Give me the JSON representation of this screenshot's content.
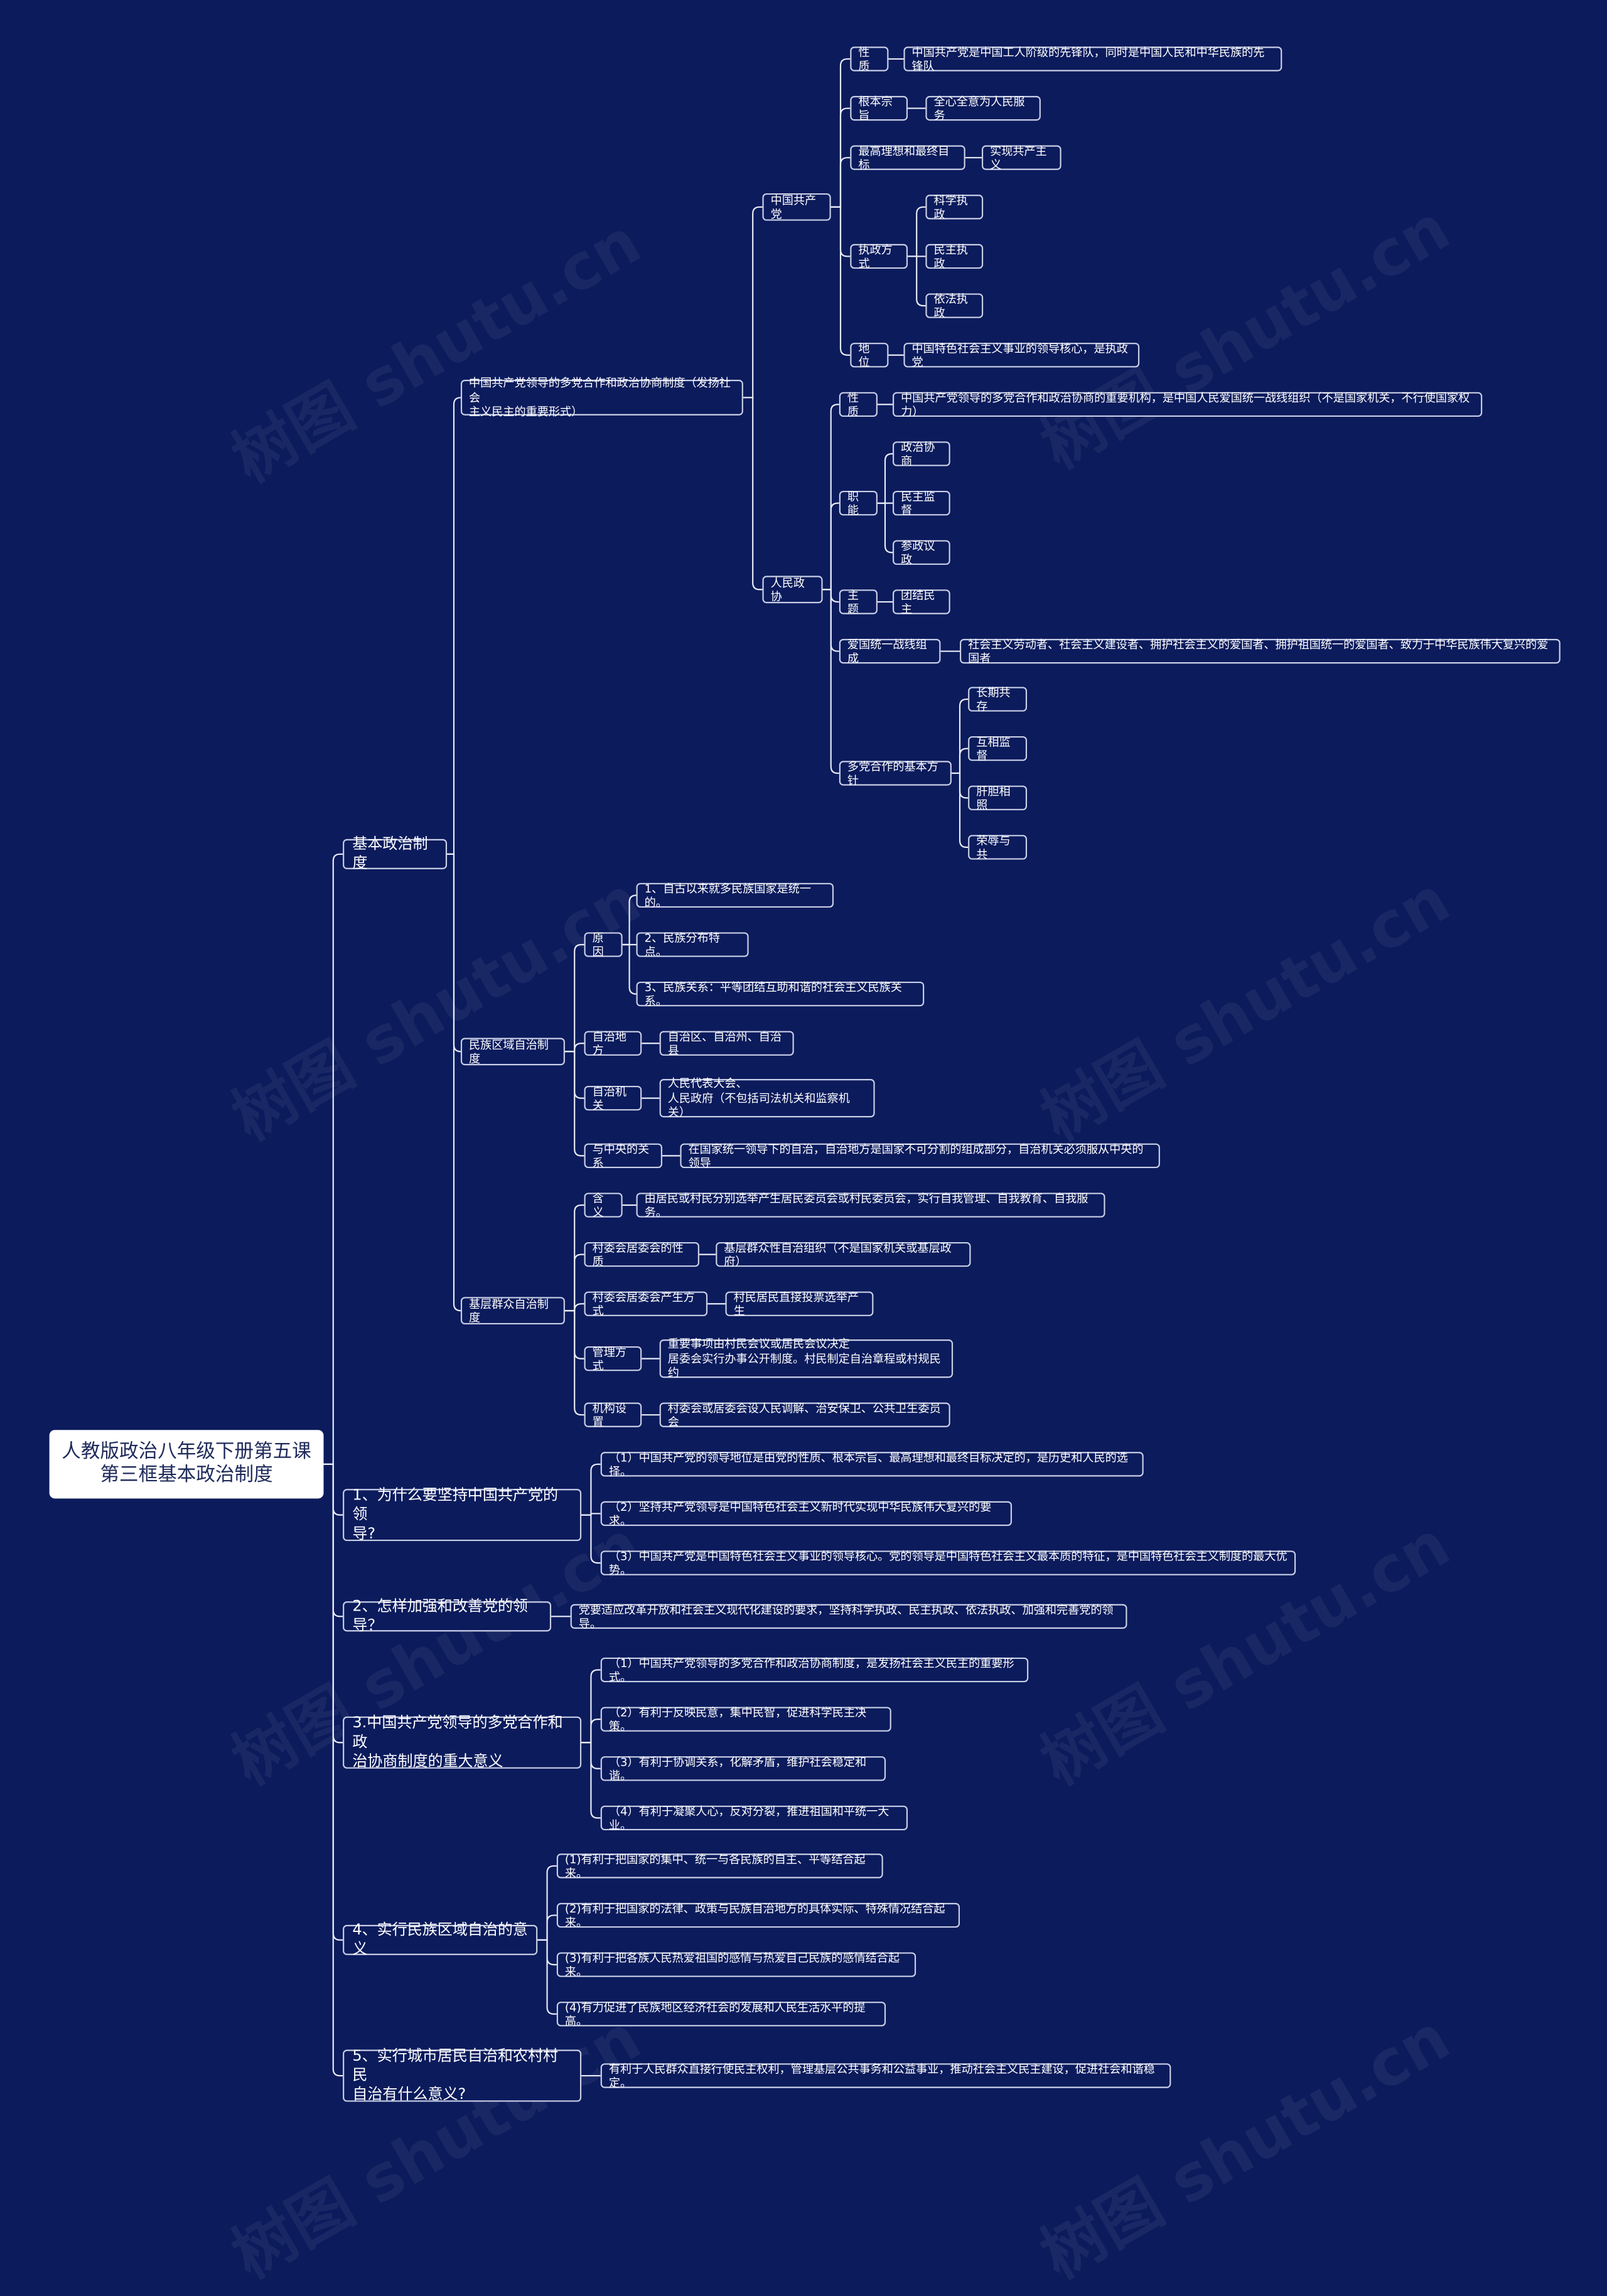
{
  "watermark": "树图 shutu.cn",
  "root": {
    "label": "人教版政治八年级下册第五课\n第三框基本政治制度"
  },
  "branches": [
    {
      "label": "基本政治制度",
      "children": [
        {
          "label": "中国共产党领导的多党合作和政治协商制度（发扬社会\n主义民主的重要形式）",
          "children": [
            {
              "label": "中国共产党",
              "children": [
                {
                  "label": "性质",
                  "children": [
                    {
                      "label": "中国共产党是中国工人阶级的先锋队，同时是中国人民和中华民族的先锋队"
                    }
                  ]
                },
                {
                  "label": "根本宗旨",
                  "children": [
                    {
                      "label": "全心全意为人民服务"
                    }
                  ]
                },
                {
                  "label": "最高理想和最终目标",
                  "children": [
                    {
                      "label": "实现共产主义"
                    }
                  ]
                },
                {
                  "label": "执政方式",
                  "children": [
                    {
                      "label": "科学执政"
                    },
                    {
                      "label": "民主执政"
                    },
                    {
                      "label": "依法执政"
                    }
                  ]
                },
                {
                  "label": "地位",
                  "children": [
                    {
                      "label": "中国特色社会主义事业的领导核心，是执政党"
                    }
                  ]
                }
              ]
            },
            {
              "label": "人民政协",
              "children": [
                {
                  "label": "性质",
                  "children": [
                    {
                      "label": "中国共产党领导的多党合作和政治协商的重要机构，是中国人民爱国统一战线组织（不是国家机关，不行使国家权力）"
                    }
                  ]
                },
                {
                  "label": "职能",
                  "children": [
                    {
                      "label": "政治协商"
                    },
                    {
                      "label": "民主监督"
                    },
                    {
                      "label": "参政议政"
                    }
                  ]
                },
                {
                  "label": "主题",
                  "children": [
                    {
                      "label": "团结民主"
                    }
                  ]
                },
                {
                  "label": "爱国统一战线组成",
                  "children": [
                    {
                      "label": "社会主义劳动者、社会主义建设者、拥护社会主义的爱国者、拥护祖国统一的爱国者、致力于中华民族伟大复兴的爱国者"
                    }
                  ]
                },
                {
                  "label": "多党合作的基本方针",
                  "children": [
                    {
                      "label": "长期共存"
                    },
                    {
                      "label": "互相监督"
                    },
                    {
                      "label": "肝胆相照"
                    },
                    {
                      "label": "荣辱与共"
                    }
                  ]
                }
              ]
            }
          ]
        },
        {
          "label": "民族区域自治制度",
          "children": [
            {
              "label": "原因",
              "children": [
                {
                  "label": "1、自古以来就多民族国家是统一的。"
                },
                {
                  "label": "2、民族分布特点。"
                },
                {
                  "label": "3、民族关系：平等团结互助和谐的社会主义民族关系。"
                }
              ]
            },
            {
              "label": "自治地方",
              "children": [
                {
                  "label": "自治区、自治州、自治县"
                }
              ]
            },
            {
              "label": "自治机关",
              "children": [
                {
                  "label": "人民代表大会、\n人民政府（不包括司法机关和监察机关）"
                }
              ]
            },
            {
              "label": "与中央的关系",
              "children": [
                {
                  "label": "在国家统一领导下的自治，自治地方是国家不可分割的组成部分，自治机关必须服从中央的领导"
                }
              ]
            }
          ]
        },
        {
          "label": "基层群众自治制度",
          "children": [
            {
              "label": "含义",
              "children": [
                {
                  "label": "由居民或村民分别选举产生居民委员会或村民委员会，实行自我管理、自我教育、自我服务。"
                }
              ]
            },
            {
              "label": "村委会居委会的性质",
              "children": [
                {
                  "label": "基层群众性自治组织（不是国家机关或基层政府）"
                }
              ]
            },
            {
              "label": "村委会居委会产生方式",
              "children": [
                {
                  "label": "村民居民直接投票选举产生"
                }
              ]
            },
            {
              "label": "管理方式",
              "children": [
                {
                  "label": "重要事项由村民会议或居民会议决定\n居委会实行办事公开制度。村民制定自治章程或村规民约"
                }
              ]
            },
            {
              "label": "机构设置",
              "children": [
                {
                  "label": "村委会或居委会设人民调解、治安保卫、公共卫生委员会"
                }
              ]
            }
          ]
        }
      ]
    },
    {
      "label": "1、为什么要坚持中国共产党的领\n导?",
      "children": [
        {
          "label": "（1）中国共产党的领导地位是由党的性质、根本宗旨、最高理想和最终目标决定的，是历史和人民的选择。"
        },
        {
          "label": "（2）坚持共产党领导是中国特色社会主义新时代实现中华民族伟大复兴的要求。"
        },
        {
          "label": "（3）中国共产党是中国特色社会主义事业的领导核心。党的领导是中国特色社会主义最本质的特征，是中国特色社会主义制度的最大优势。"
        }
      ]
    },
    {
      "label": "2、怎样加强和改善党的领导？",
      "children": [
        {
          "label": "党要适应改革开放和社会主义现代化建设的要求，坚持科学执政、民主执政、依法执政、加强和完善党的领导。"
        }
      ]
    },
    {
      "label": "3.中国共产党领导的多党合作和政\n治协商制度的重大意义",
      "children": [
        {
          "label": "（1）中国共产党领导的多党合作和政治协商制度，是发扬社会主义民主的重要形式。"
        },
        {
          "label": "（2）有利于反映民意，集中民智，促进科学民主决策。"
        },
        {
          "label": "（3）有利于协调关系，化解矛盾，维护社会稳定和谐。"
        },
        {
          "label": "（4）有利于凝聚人心，反对分裂，推进祖国和平统一大业。"
        }
      ]
    },
    {
      "label": "4、实行民族区域自治的意义",
      "children": [
        {
          "label": "(1)有利于把国家的集中、统一与各民族的自主、平等结合起来。"
        },
        {
          "label": "(2)有利于把国家的法律、政策与民族自治地方的具体实际、特殊情况结合起来。"
        },
        {
          "label": "(3)有利于把各族人民热爱祖国的感情与热爱自己民族的感情结合起来。"
        },
        {
          "label": "(4)有力促进了民族地区经济社会的发展和人民生活水平的提高。"
        }
      ]
    },
    {
      "label": "5、实行城市居民自治和农村村民\n自治有什么意义?",
      "children": [
        {
          "label": "有利于人民群众直接行使民主权利，管理基层公共事务和公益事业，推动社会主义民主建设，促进社会和谐稳定。"
        }
      ]
    }
  ]
}
